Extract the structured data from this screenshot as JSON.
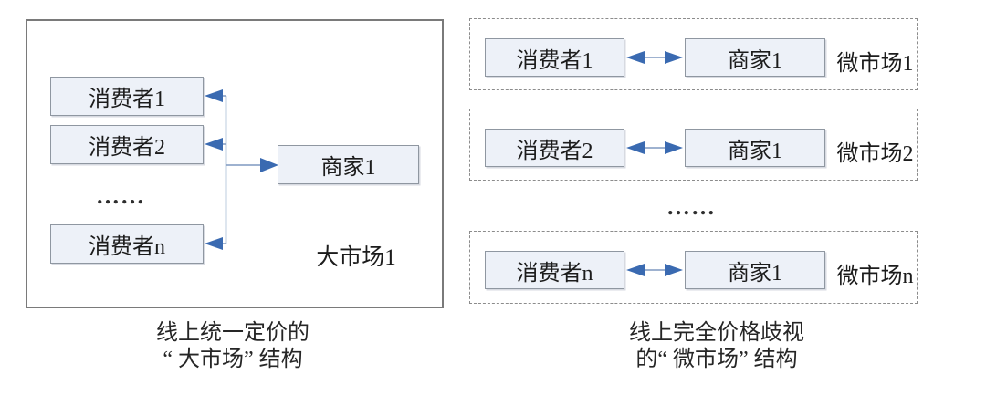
{
  "colors": {
    "box_fill": "#edf1f8",
    "box_border": "#8f97a1",
    "outer_border": "#7a7a7a",
    "dashed_border": "#8c8c8c",
    "arrow_head": "#3a6ab1",
    "arrow_line": "#7e99c0",
    "text": "#1c1c1c"
  },
  "left_diagram": {
    "consumers": [
      "消费者1",
      "消费者2",
      "消费者n"
    ],
    "ellipsis": "……",
    "merchant": "商家1",
    "market_label": "大市场1",
    "caption_line1": "线上统一定价的",
    "caption_line2": "“ 大市场” 结构"
  },
  "right_diagram": {
    "micro_markets": [
      {
        "consumer": "消费者1",
        "merchant": "商家1",
        "label": "微市场1"
      },
      {
        "consumer": "消费者2",
        "merchant": "商家1",
        "label": "微市场2"
      },
      {
        "consumer": "消费者n",
        "merchant": "商家1",
        "label": "微市场n"
      }
    ],
    "ellipsis": "……",
    "caption_line1": "线上完全价格歧视",
    "caption_line2": "的“ 微市场” 结构"
  }
}
